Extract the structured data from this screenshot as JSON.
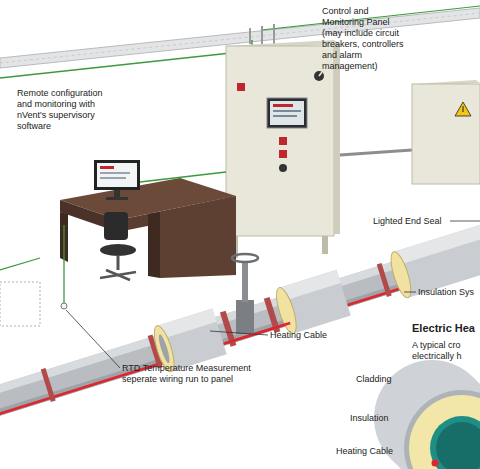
{
  "diagram": {
    "labels": [
      "Control and Monitoring Panel (may include circuit breakers, controllers and alarm management)",
      "Remote configuration and monitoring with nVent's supervisory software",
      "Lighted End Seal",
      "Insulation Sys",
      "Heating Cable",
      "RTD Temperature Measurement seperate wiring run to panel",
      "Electric Hea",
      "A typical cro electrically h",
      "Cladding",
      "Insulation",
      "Heating Cable"
    ]
  }
}
